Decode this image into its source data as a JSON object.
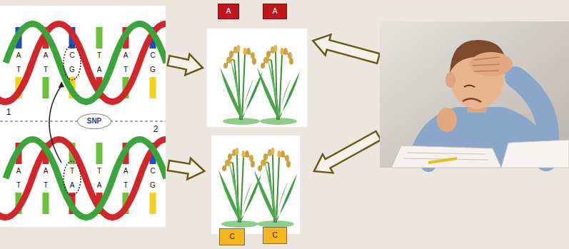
{
  "diagram": {
    "nodes": [
      {
        "text": [
          "A"
        ]
      },
      {
        "text": [
          "A"
        ]
      },
      {
        "text": [
          "SNP"
        ]
      },
      {
        "text": [
          "C"
        ]
      },
      {
        "text": [
          "C"
        ]
      }
    ],
    "labels": [
      "1",
      "2",
      "A",
      "T",
      "A",
      "T",
      "C",
      "G",
      "T",
      "A",
      "A",
      "T",
      "C",
      "G",
      "A",
      "T",
      "A",
      "T",
      "T",
      "A",
      "T",
      "A",
      "A",
      "T",
      "C",
      "G"
    ]
  }
}
